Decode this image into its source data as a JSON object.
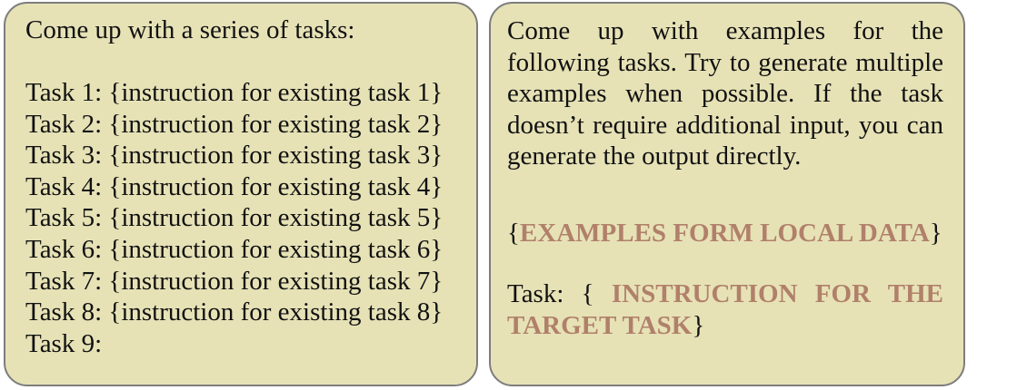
{
  "left_panel": {
    "header": "Come up with a series of tasks:",
    "tasks": [
      "Task 1: {instruction for existing task 1}",
      "Task 2: {instruction for existing task 2}",
      "Task 3: {instruction for existing task 3}",
      "Task 4: {instruction for existing task 4}",
      "Task 5: {instruction for existing task 5}",
      "Task 6: {instruction for existing task 6}",
      "Task 7: {instruction for existing task 7}",
      "Task 8: {instruction for existing task 8}",
      "Task 9:"
    ]
  },
  "right_panel": {
    "instruction_lines": [
      "Come up with examples for the",
      "following tasks. Try to generate multiple",
      "examples when possible. If the task",
      "doesn’t require additional input, you can",
      "generate the output directly."
    ],
    "examples": {
      "open": "{",
      "placeholder": "EXAMPLES FORM LOCAL DATA",
      "close": "}"
    },
    "task": {
      "prefix": "Task: {",
      "placeholder_line1": "INSTRUCTION FOR THE",
      "placeholder_line2": "TARGET TASK",
      "close": "}"
    }
  },
  "colors": {
    "box_fill": "#e6e2b6",
    "box_border": "#7d7d7d",
    "highlight": "#b1806a"
  }
}
